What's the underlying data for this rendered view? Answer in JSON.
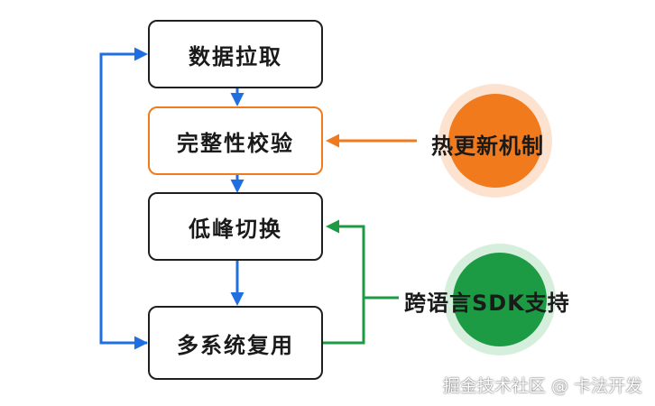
{
  "diagram": {
    "steps": [
      {
        "id": "pull",
        "label": "数据拉取"
      },
      {
        "id": "verify",
        "label": "完整性校验"
      },
      {
        "id": "switch",
        "label": "低峰切换"
      },
      {
        "id": "reuse",
        "label": "多系统复用"
      }
    ],
    "side_nodes": [
      {
        "id": "hot-update",
        "label": "热更新机制",
        "color": "#f07a1c",
        "halo_color": "#fde3cf",
        "target_step": "verify"
      },
      {
        "id": "sdk",
        "label": "跨语言SDK支持",
        "color": "#1d9a44",
        "halo_color": "#d6efdc",
        "target_step": "switch"
      }
    ],
    "flow_color": "#1f6fe0",
    "loop": {
      "from_step": "reuse",
      "to_step": "pull"
    }
  },
  "watermark": "掘金技术社区 @ 卡法开发"
}
